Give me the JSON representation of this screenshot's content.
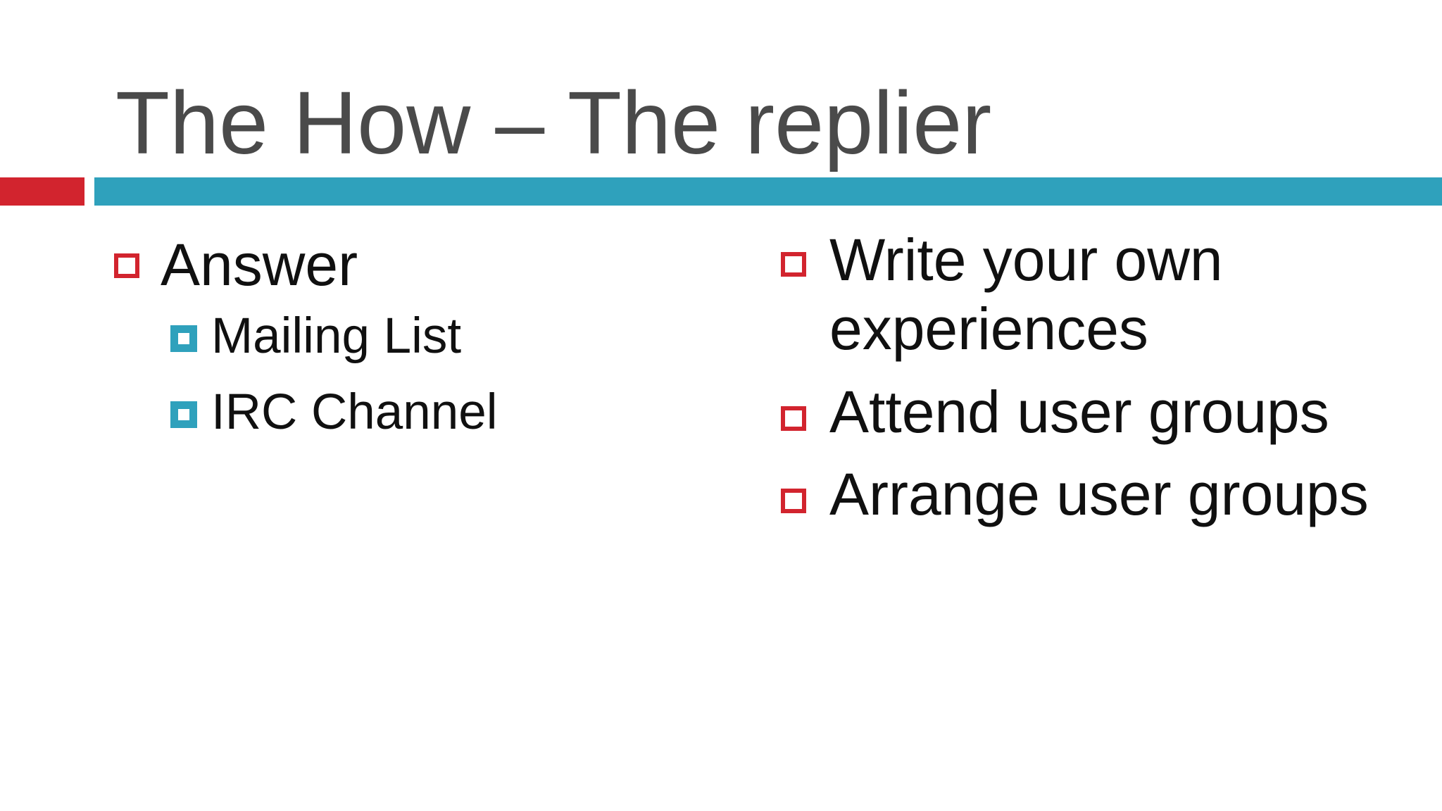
{
  "slide": {
    "title": "The How – The replier",
    "colors": {
      "accent_red": "#d2242e",
      "accent_teal": "#2fa1bc",
      "title_gray": "#4a4a4a",
      "body_text": "#101010",
      "background": "#ffffff"
    },
    "accent_bar": {
      "red_segment": "red block left",
      "teal_segment": "teal rule full width"
    },
    "left_column": {
      "items": [
        {
          "label": "Answer",
          "level": 1
        },
        {
          "label": "Mailing List",
          "level": 2
        },
        {
          "label": "IRC Channel",
          "level": 2
        }
      ]
    },
    "right_column": {
      "items": [
        {
          "label": "Write your own experiences",
          "level": 1
        },
        {
          "label": "Attend user groups",
          "level": 1
        },
        {
          "label": "Arrange user groups",
          "level": 1
        }
      ]
    }
  }
}
